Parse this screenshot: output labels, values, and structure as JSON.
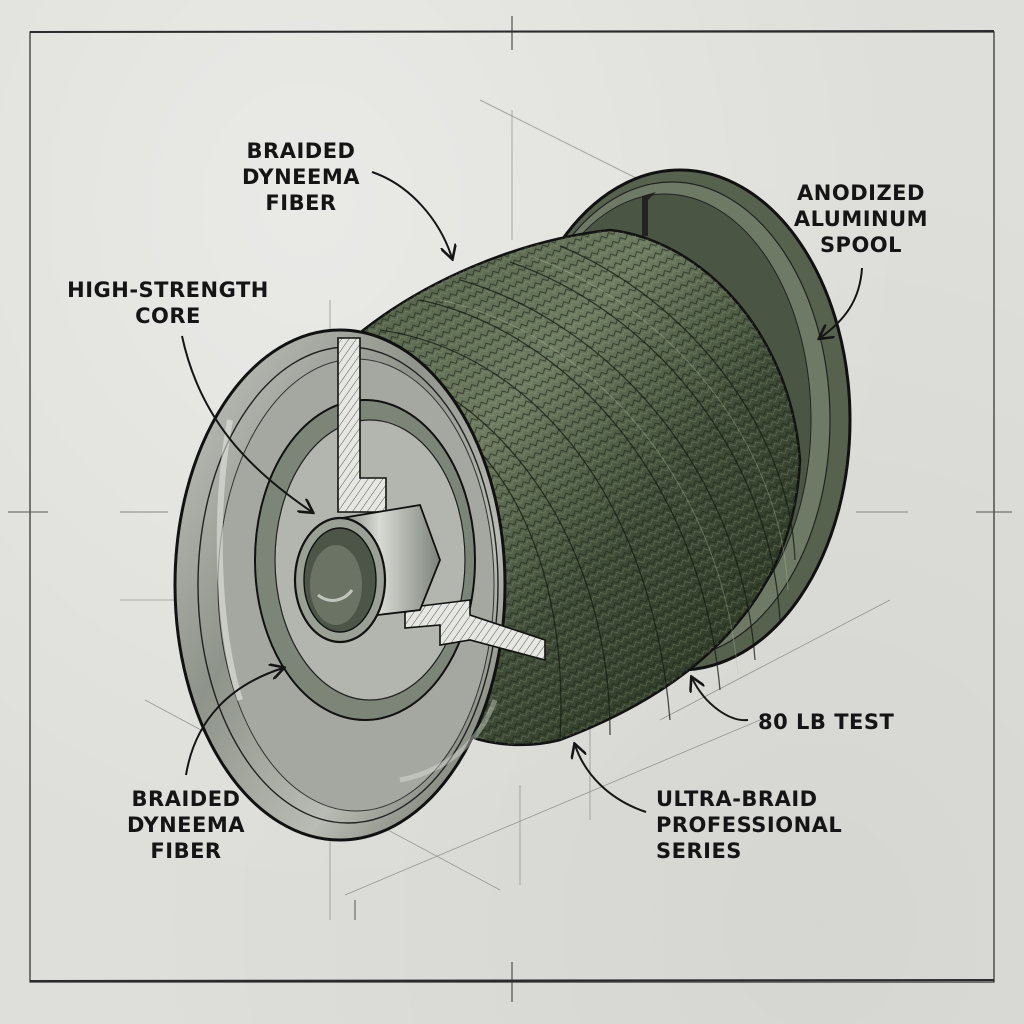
{
  "figure": {
    "subject": "Fishing line spool cutaway illustration",
    "style": "Watercolor and ink technical sketch",
    "colors": {
      "paper": "#dededa",
      "ink": "#151515",
      "line_green": "#3d4a35",
      "line_green_light": "#6f7c62",
      "aluminum": "#a7aaa4",
      "aluminum_dark": "#5f655d",
      "construction_line": "#8a8a86"
    }
  },
  "callouts": {
    "braided_fiber_top": {
      "lines": [
        "BRAIDED",
        "DYNEEMA",
        "FIBER"
      ],
      "target": "line-winding-top"
    },
    "anodized_spool": {
      "lines": [
        "ANODIZED",
        "ALUMINUM",
        "SPOOL"
      ],
      "target": "rear-flange-rim"
    },
    "high_strength_core": {
      "lines": [
        "HIGH-STRENGTH",
        "CORE"
      ],
      "target": "core-hub"
    },
    "braided_fiber_bottom": {
      "lines": [
        "BRAIDED",
        "DYNEEMA",
        "FIBER"
      ],
      "target": "front-flange-inner"
    },
    "line_test": {
      "lines": [
        "80 LB TEST"
      ],
      "target": "line-winding-bottom-right"
    },
    "series_name": {
      "lines": [
        "ULTRA-BRAID",
        "PROFESSIONAL",
        "SERIES"
      ],
      "target": "line-winding-bottom"
    }
  },
  "frame": {
    "border": "thin ink rectangle with center registration tick marks"
  }
}
